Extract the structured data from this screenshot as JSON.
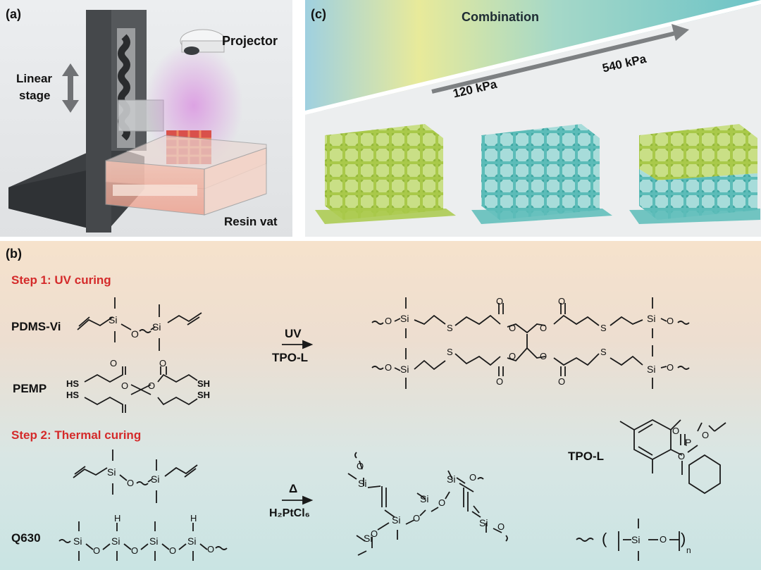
{
  "panel_a": {
    "label": "(a)",
    "projector": "Projector",
    "stage_line1": "Linear",
    "stage_line2": "stage",
    "vat": "Resin vat"
  },
  "panel_c": {
    "label": "(c)",
    "title": "Combination",
    "low": "120 kPa",
    "high": "540 kPa"
  },
  "panel_b": {
    "label": "(b)",
    "step1": "Step 1: UV curing",
    "step2": "Step 2: Thermal curing",
    "pdms": "PDMS-Vi",
    "pemp": "PEMP",
    "q630": "Q630",
    "tpol": "TPO-L",
    "uv": "UV",
    "uv_cat": "TPO-L",
    "delta": "Δ",
    "thermal_cat": "H₂PtCl₆",
    "si": "Si",
    "o": "O",
    "s": "S",
    "sh": "SH",
    "hs": "HS",
    "h": "H",
    "p": "P",
    "n": "n"
  },
  "colors": {
    "red_heading": "#d42a2a",
    "green_lattice": "#a9c94a",
    "teal_lattice": "#5cbcb8",
    "gradient_blue": "#9fd0e0",
    "gradient_yellow": "#e8ea9a"
  }
}
